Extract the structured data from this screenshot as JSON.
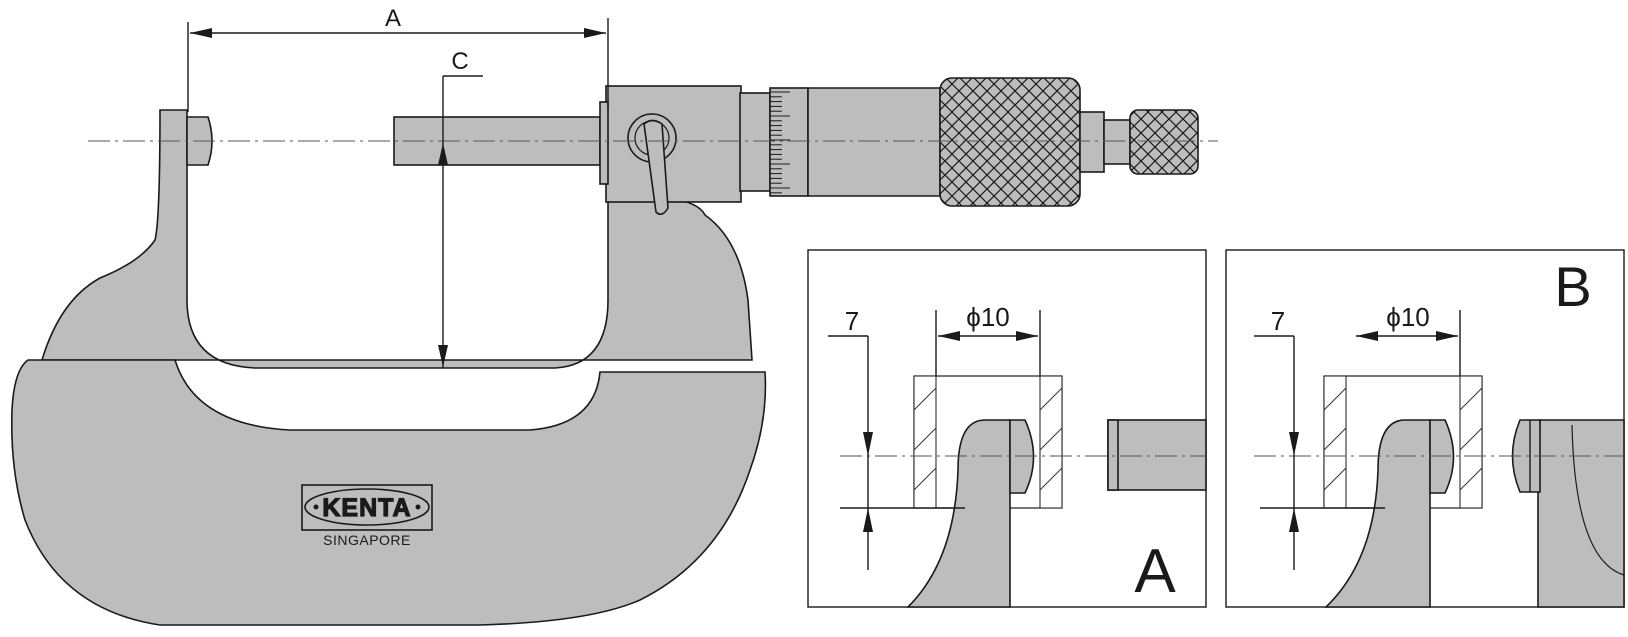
{
  "main_view": {
    "dim_a_label": "A",
    "dim_c_label": "C",
    "brand_logo": "KENTA",
    "brand_origin": "SINGAPORE"
  },
  "detail_a": {
    "corner_label": "A",
    "depth_label": "7",
    "diameter_symbol": "ϕ",
    "diameter_value": "10"
  },
  "detail_b": {
    "corner_label": "B",
    "depth_label": "7",
    "diameter_symbol": "ϕ",
    "diameter_value": "10"
  },
  "colors": {
    "body_fill": "#bdbdbd",
    "outline": "#1a1a1a"
  }
}
